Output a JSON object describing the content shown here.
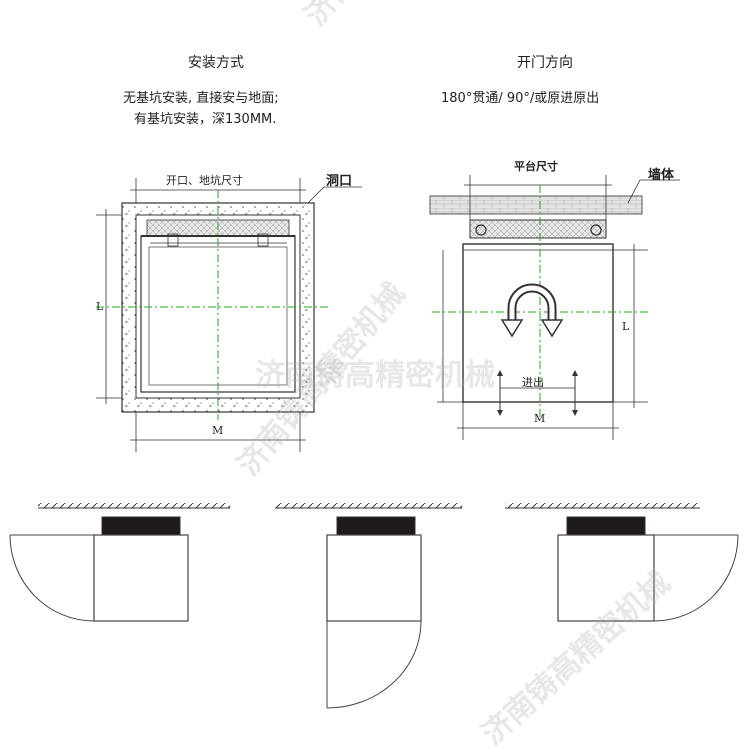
{
  "install": {
    "title": "安装方式",
    "line1": "无基坑安装, 直接安与地面;",
    "line2": "有基坑安装，深130MM."
  },
  "door": {
    "title": "开门方向",
    "line1": "180°贯通/ 90°/或原进原出"
  },
  "left_drawing": {
    "top_label": "开口、地坑尺寸",
    "hole_label": "洞口",
    "dim_width": "M",
    "dim_height": "L"
  },
  "right_drawing": {
    "top_label": "平台尺寸",
    "wall_label": "墙体",
    "inout_label": "进出",
    "dim_width": "M",
    "dim_height": "L"
  },
  "watermark": "济南铸高精密机械",
  "colors": {
    "line": "#333333",
    "center": "#22aa22",
    "wall": "#dddddd",
    "hatch": "#bbbbbb"
  }
}
